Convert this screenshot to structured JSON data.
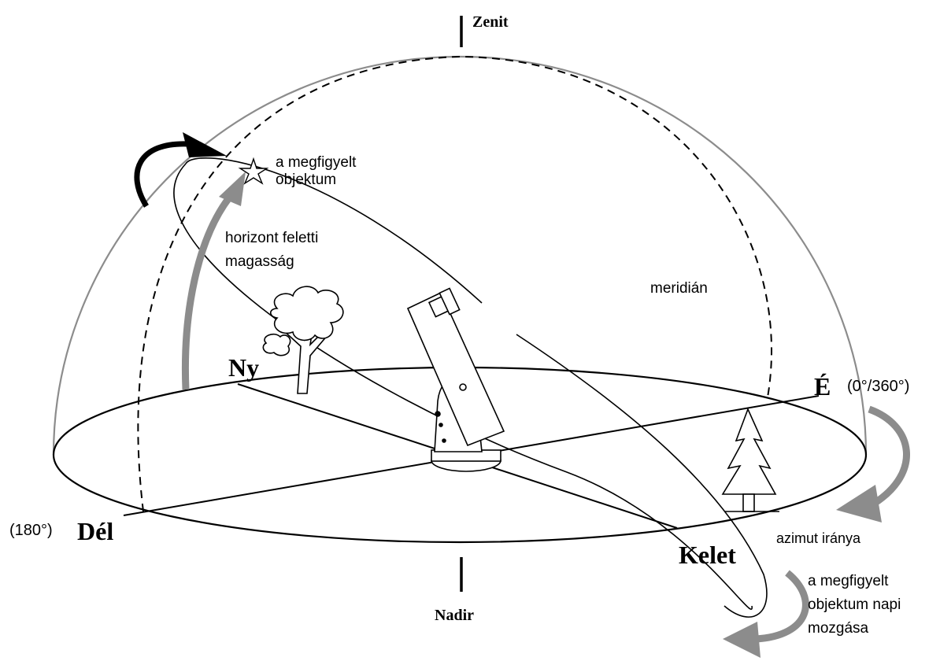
{
  "labels": {
    "zenith": "Zenit",
    "nadir": "Nadir",
    "observed_object_line1": "a megfigyelt",
    "observed_object_line2": "objektum",
    "altitude_line1": "horizont feletti",
    "altitude_line2": "magasság",
    "meridian": "meridián",
    "west": "Ny",
    "north": "É",
    "north_degrees": "(0°/360°)",
    "south_degrees": "(180°)",
    "south": "Dél",
    "east": "Kelet",
    "azimuth_direction": "azimut iránya",
    "daily_motion_line1": "a megfigyelt",
    "daily_motion_line2": "objektum napi",
    "daily_motion_line3": "mozgása"
  },
  "colors": {
    "line": "#000000",
    "dome": "#8c8c8c",
    "altitude_arrow": "#8c8c8c",
    "azimuth_arrow": "#8c8c8c",
    "motion_arrow": "#8c8c8c",
    "rotation_arrow": "#000000"
  },
  "icons": {
    "object": "star-icon",
    "telescope": "dobsonian-telescope-icon",
    "tree_west": "deciduous-tree-icon",
    "tree_east": "pine-tree-icon"
  }
}
